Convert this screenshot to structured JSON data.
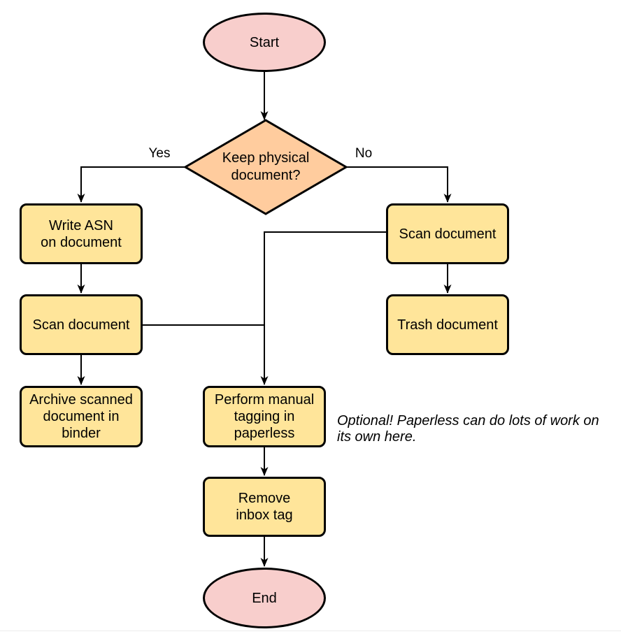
{
  "colors": {
    "terminal_fill": "#f8cecc",
    "decision_fill": "#ffcc9e",
    "process_fill": "#ffe59a",
    "stroke": "#000000",
    "background": "#ffffff"
  },
  "nodes": {
    "start": {
      "label": "Start"
    },
    "decision": {
      "label": "Keep physical\ndocument?"
    },
    "write_asn": {
      "label": "Write ASN\non document"
    },
    "scan_left": {
      "label": "Scan document"
    },
    "archive": {
      "label": "Archive scanned\ndocument in\nbinder"
    },
    "scan_right": {
      "label": "Scan document"
    },
    "trash": {
      "label": "Trash document"
    },
    "tagging": {
      "label": "Perform manual\ntagging in\npaperless"
    },
    "remove_inbox": {
      "label": "Remove\ninbox tag"
    },
    "end": {
      "label": "End"
    }
  },
  "edges": {
    "yes_label": "Yes",
    "no_label": "No"
  },
  "note": {
    "text": "Optional! Paperless can do lots of work on\nits own here."
  }
}
